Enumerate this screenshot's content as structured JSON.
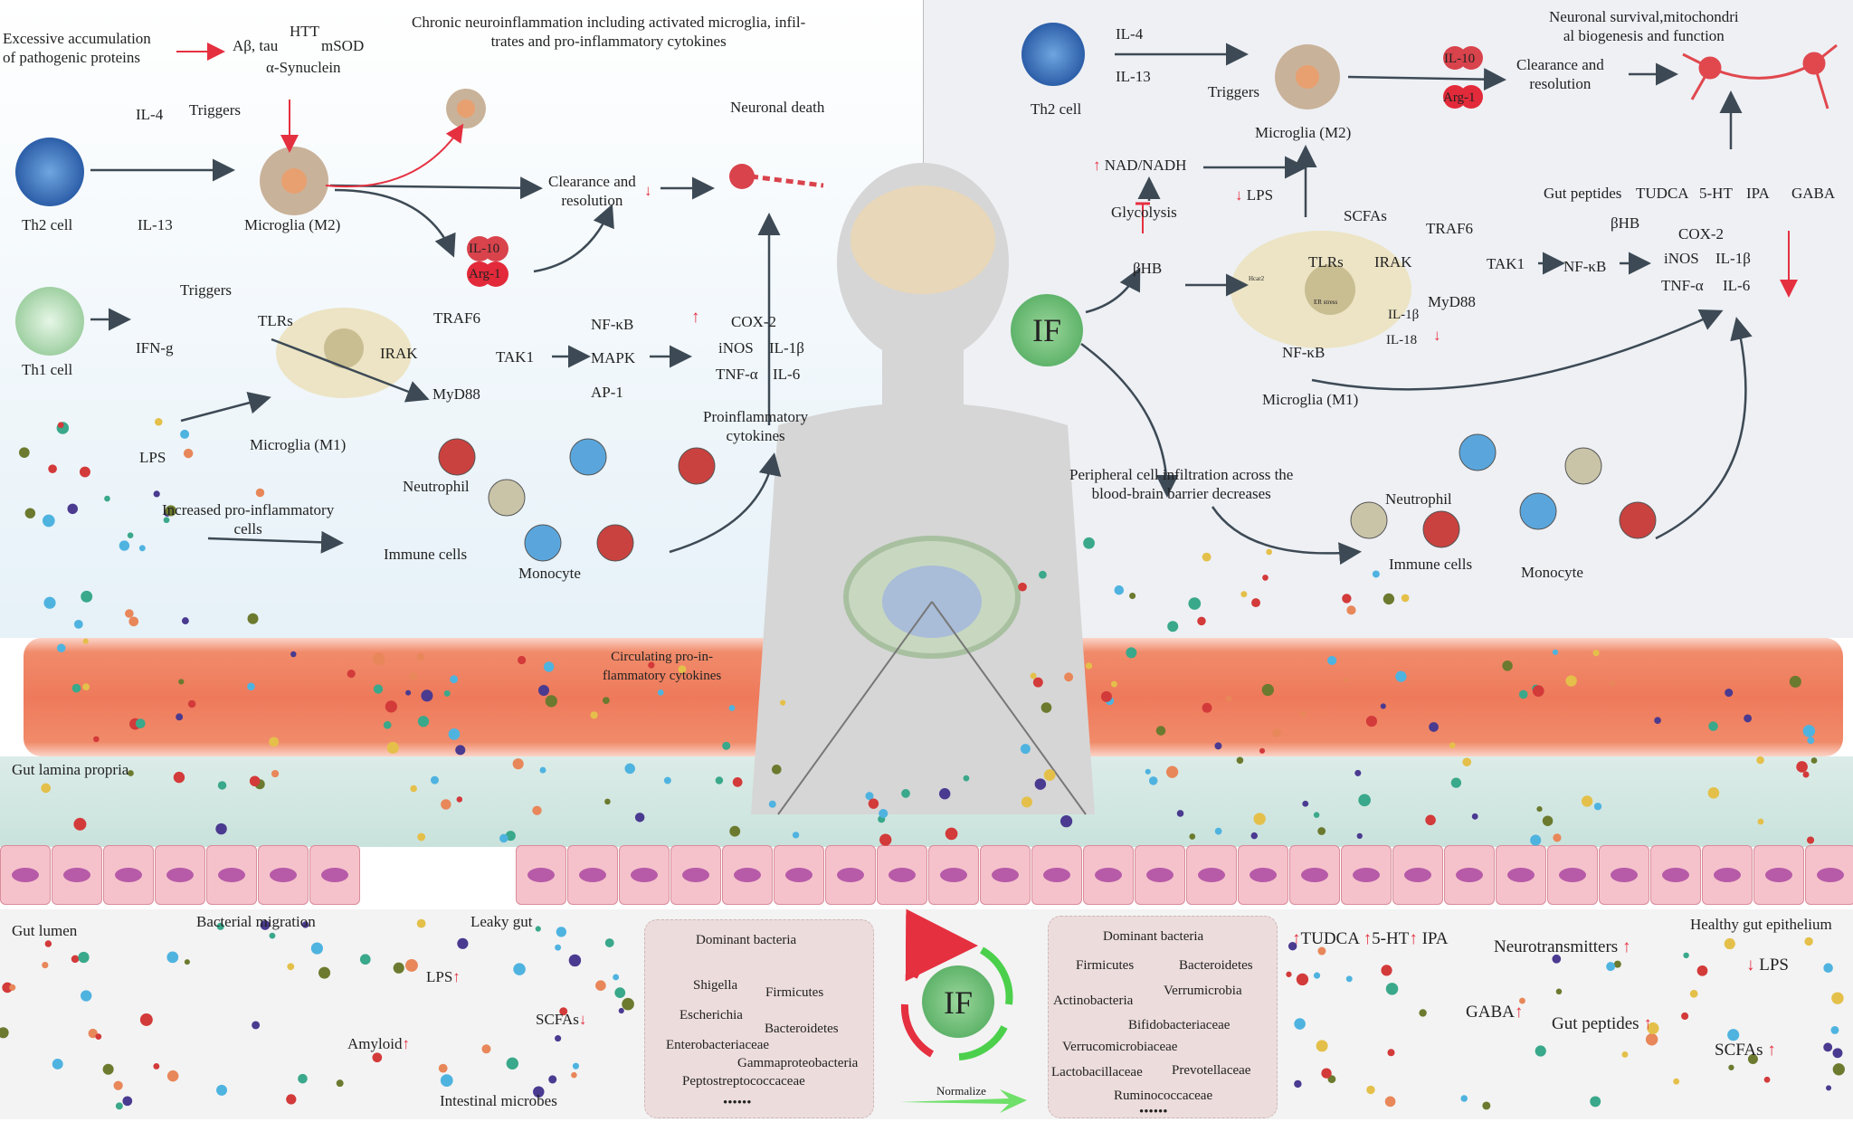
{
  "colors": {
    "accent_red": "#e53040",
    "if_green": "#7cc47f",
    "vessel": "#ef8a6c",
    "epithelium": "#f2b8c2",
    "arrow": "#3d4a55"
  },
  "left": {
    "pathogenic": "Excessive accumulation\nof pathogenic proteins",
    "htt": "HTT",
    "abeta": "Aβ, tau",
    "msod": "mSOD",
    "synuclein": "α-Synuclein",
    "chronic": "Chronic neuroinflammation including activated microglia, infil-\ntrates and pro-inflammatory cytokines",
    "il4": "IL-4",
    "triggers1": "Triggers",
    "th2": "Th2 cell",
    "il13": "IL-13",
    "m2": "Microglia (M2)",
    "neuronal_death": "Neuronal death",
    "clearance": "Clearance and\nresolution",
    "il10": "IL-10",
    "arg1": "Arg-1",
    "th1": "Th1 cell",
    "triggers2": "Triggers",
    "ifng": "IFN-g",
    "tlrs": "TLRs",
    "traf6": "TRAF6",
    "irak": "IRAK",
    "tak1": "TAK1",
    "myd88": "MyD88",
    "nfkb": "NF-κB",
    "mapk": "MAPK",
    "ap1": "AP-1",
    "cox2": "COX-2",
    "inos": "iNOS",
    "il1b": "IL-1β",
    "tnfa": "TNF-α",
    "il6": "IL-6",
    "proinflammatory": "Proinflammatory\ncytokines",
    "lps": "LPS",
    "m1": "Microglia (M1)",
    "neutrophil": "Neutrophil",
    "increased": "Increased pro-inflammatory\ncells",
    "immune": "Immune cells",
    "monocyte": "Monocyte",
    "circulating": "Circulating pro-in-\nflammatory cytokines",
    "lamina": "Gut lamina propria",
    "lumen": "Gut lumen",
    "migration": "Bacterial migration",
    "leaky": "Leaky gut",
    "lps_up": "LPS",
    "scfas_down": "SCFAs",
    "amyloid": "Amyloid",
    "microbes": "Intestinal microbes"
  },
  "center": {
    "left_box": {
      "title": "Dominant bacteria",
      "items": [
        "Shigella",
        "Firmicutes",
        "Escherichia",
        "Bacteroidetes",
        "Enterobacteriaceae",
        "Gammaproteobacteria",
        "Peptostreptococcaceae"
      ],
      "more": "••••••"
    },
    "if": "IF",
    "normalize": "Normalize",
    "right_box": {
      "title": "Dominant bacteria",
      "items": [
        "Firmicutes",
        "Bacteroidetes",
        "Actinobacteria",
        "Verrumicrobia",
        "Bifidobacteriaceae",
        "Verrucomicrobiaceae",
        "Lactobacillaceae",
        "Prevotellaceae",
        "Ruminococcaceae"
      ],
      "more": "••••••"
    }
  },
  "right": {
    "th2": "Th2 cell",
    "il4": "IL-4",
    "il13": "IL-13",
    "triggers": "Triggers",
    "m2": "Microglia (M2)",
    "il10": "IL-10",
    "arg1": "Arg-1",
    "clearance": "Clearance and\nresolution",
    "survival": "Neuronal survival,mitochondri\nal biogenesis and function",
    "nad": "NAD/NADH",
    "glycolysis": "Glycolysis",
    "bhb": "βHB",
    "lps": "LPS",
    "scfas": "SCFAs",
    "tlrs": "TLRs",
    "irak": "IRAK",
    "traf6": "TRAF6",
    "tak1": "TAK1",
    "nfkb": "NF-κB",
    "myd88": "MyD88",
    "il1b": "IL-1β",
    "il18": "IL-18",
    "nfkb_inner": "NF-κB",
    "m1": "Microglia (M1)",
    "hcar2": "Hcar2",
    "er_stress": "ER stress",
    "bhb2": "βHB",
    "gut_peptides": "Gut peptides",
    "tudca": "TUDCA",
    "serotonin": "5-HT",
    "ipa": "IPA",
    "gaba": "GABA",
    "cox2": "COX-2",
    "inos": "iNOS",
    "il1b2": "IL-1β",
    "tnfa": "TNF-α",
    "il6": "IL-6",
    "if": "IF",
    "peripheral": "Peripheral cell infiltration across the\nblood-brain barrier decreases",
    "neutrophil": "Neutrophil",
    "immune": "Immune cells",
    "monocyte": "Monocyte",
    "healthy": "Healthy gut epithelium",
    "tudca_up": "TUDCA",
    "ht_up": "5-HT",
    "ipa_up": "IPA",
    "neuro": "Neurotransmitters",
    "lps_down": "LPS",
    "gaba_up": "GABA",
    "peptides_up": "Gut peptides",
    "scfas_up": "SCFAs"
  }
}
